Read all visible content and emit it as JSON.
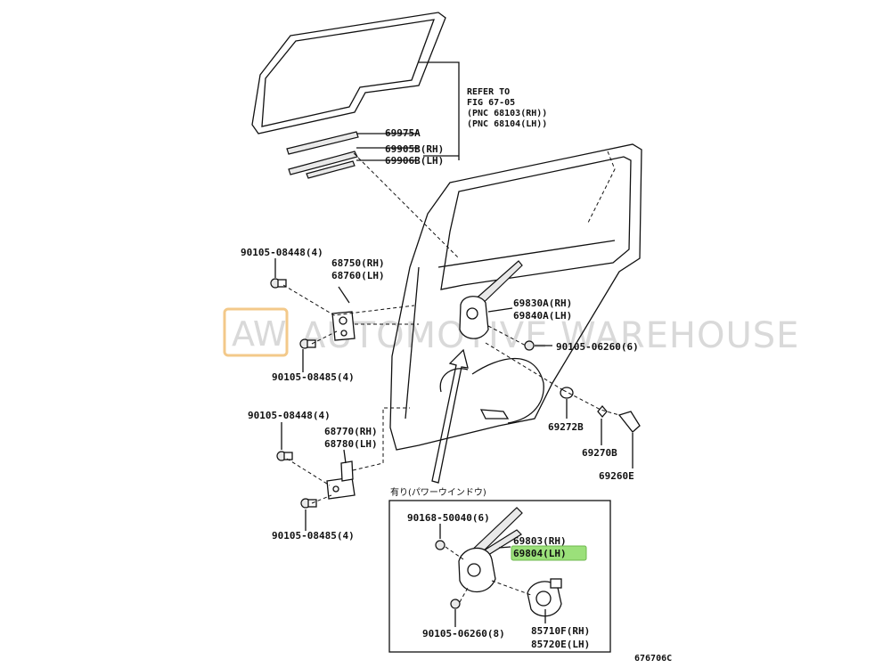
{
  "watermark": {
    "badge": "AW",
    "text": "AUTOMOTIVE WAREHOUSE"
  },
  "refer": {
    "line1": "REFER TO",
    "line2": "FIG 67-05",
    "line3": "(PNC 68103(RH))",
    "line4": "(PNC 68104(LH))"
  },
  "labels": {
    "p69975A": "69975A",
    "p69905B": "69905B(RH)",
    "p69906B": "69906B(LH)",
    "b90105_08448_top": "90105-08448(4)",
    "p68750": "68750(RH)",
    "p68760": "68760(LH)",
    "p69830A": "69830A(RH)",
    "p69840A": "69840A(LH)",
    "b90105_06260_6": "90105-06260(6)",
    "b90105_08485_top": "90105-08485(4)",
    "b90105_08448_bot": "90105-08448(4)",
    "p68770": "68770(RH)",
    "p68780": "68780(LH)",
    "p69272B": "69272B",
    "p69270B": "69270B",
    "p69260E": "69260E",
    "jp_note": "有り(パワーウインドウ)",
    "b90105_08485_bot": "90105-08485(4)",
    "b90168_50040": "90168-50040(6)",
    "p69803": "69803(RH)",
    "p69804": "69804(LH)",
    "p85710F": "85710F(RH)",
    "p85720E": "85720E(LH)",
    "b90105_06260_8": "90105-06260(8)",
    "fig_id": "676706C"
  },
  "highlight": {
    "part": "69804(LH)",
    "color": "#9be07a"
  }
}
